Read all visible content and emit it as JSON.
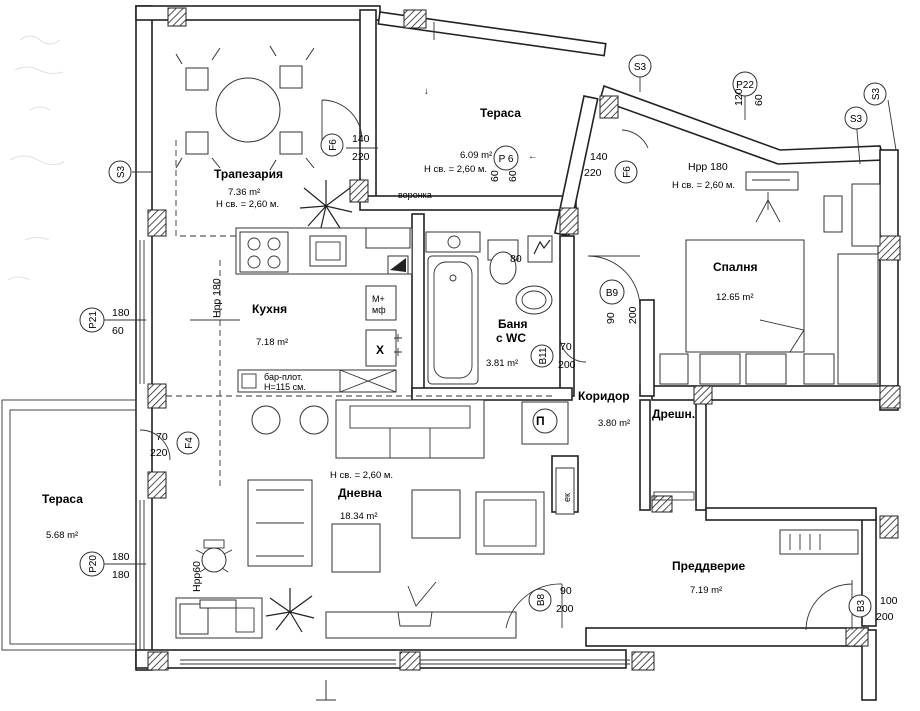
{
  "rooms": {
    "dining": {
      "name": "Трапезария",
      "area": "7.36 m²",
      "height": "Н св. = 2,60 м."
    },
    "terrace_top": {
      "name": "Тераса",
      "area": "6.09 m²",
      "height": "Н св. = 2,60 м."
    },
    "bedroom": {
      "name": "Спалня",
      "area": "12.65 m²"
    },
    "kitchen": {
      "name": "Кухня",
      "area": "7.18 m²"
    },
    "bath": {
      "name": "Баня",
      "name2": "с WC",
      "area": "3.81 m²"
    },
    "corridor": {
      "name": "Коридор",
      "area": "3.80 m²"
    },
    "wardrobe": {
      "name": "Дрешн."
    },
    "living": {
      "name": "Дневна",
      "area": "18.34 m²",
      "height": "Н св. = 2,60 м."
    },
    "terrace_left": {
      "name": "Тераса",
      "area": "5.68 m²"
    },
    "hall": {
      "name": "Преддверие",
      "area": "7.19 m²"
    }
  },
  "labels": {
    "funnel": "воронка",
    "bar": "бар-плот.",
    "bar_h": "Н=115 см.",
    "hpp_dining": "Нрр 180",
    "hpp_bed": "Нрр 180",
    "hpp_living": "Нрр60",
    "bedroom_h": "Н св. = 2,60 м.",
    "washer1": "М+",
    "washer2": "мф",
    "fridge": "Х",
    "ek": "ек",
    "p_symbol": "П",
    "arrow_terrace": "↓"
  },
  "tags": {
    "s3_left": "S3",
    "s3_top": "S3",
    "s3_right1": "S3",
    "s3_right2": "S3",
    "p22": "P22",
    "p6": "P 6",
    "p21": "P21",
    "p20": "P20",
    "f6_left": "F6",
    "f6_right": "F6",
    "f4": "F4",
    "b9": "B9",
    "b11": "B11",
    "b8": "B8",
    "b3": "B3"
  },
  "dims": {
    "f6_left_w": "140",
    "f6_left_h": "220",
    "f6_right_w": "140",
    "f6_right_h": "220",
    "p22_w": "120",
    "p22_h": "60",
    "p6_w": "60",
    "p6_h": "60",
    "p21_w": "180",
    "p21_h": "60",
    "f4_w": "70",
    "f4_h": "220",
    "p20_w": "180",
    "p20_h": "180",
    "b9_w": "90",
    "b9_h": "200",
    "b11_w": "70",
    "b11_h": "200",
    "b8_w": "90",
    "b8_h": "200",
    "b3_w": "100",
    "b3_h": "200",
    "wc_hint": "80"
  }
}
